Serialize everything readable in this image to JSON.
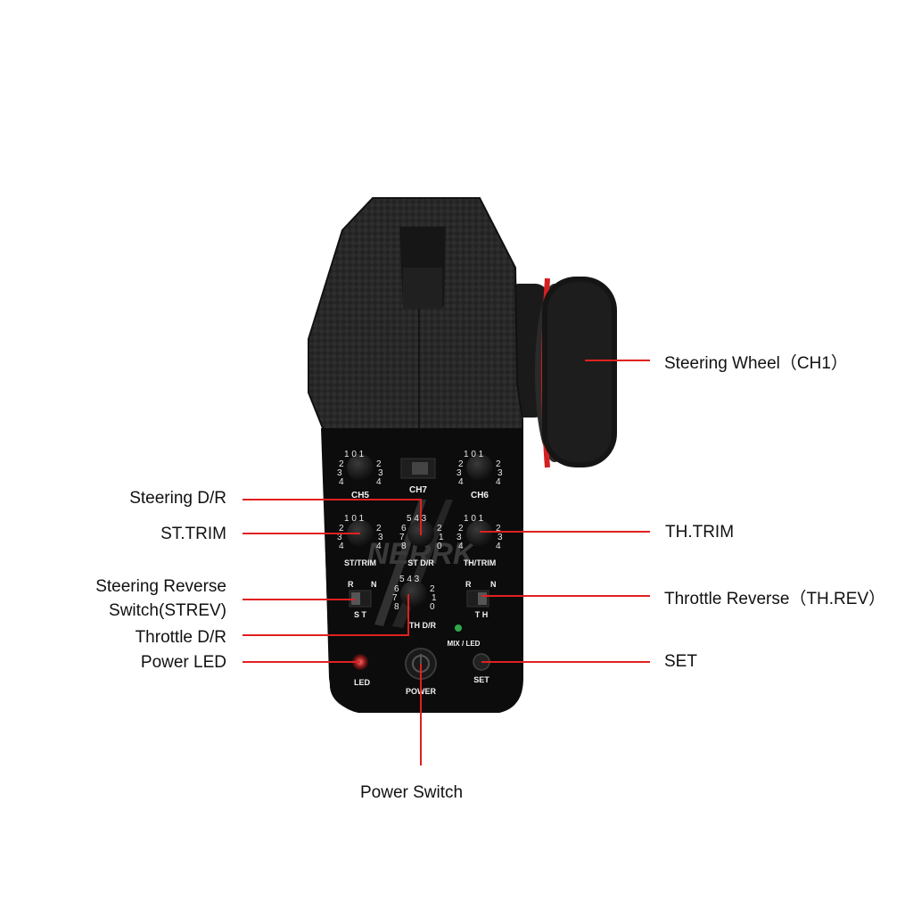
{
  "labels": {
    "steering_wheel": "Steering Wheel（CH1）",
    "steering_dr": "Steering D/R",
    "st_trim": "ST.TRIM",
    "steering_reverse_line1": "Steering Reverse",
    "steering_reverse_line2": "Switch(STREV)",
    "throttle_dr": "Throttle D/R",
    "power_led": "Power LED",
    "th_trim": "TH.TRIM",
    "throttle_reverse": "Throttle Reverse（TH.REV）",
    "set": "SET",
    "power_switch": "Power Switch"
  },
  "panel": {
    "ch5": "CH5",
    "ch7": "CH7",
    "ch6": "CH6",
    "st_trim": "ST/TRIM",
    "st_dr": "ST D/R",
    "th_trim": "TH/TRIM",
    "st": "S T",
    "th": "T H",
    "th_dr": "TH D/R",
    "r": "R",
    "n": "N",
    "mix_led": "MIX / LED",
    "led": "LED",
    "power": "POWER",
    "set": "SET",
    "logo": "NERRK"
  },
  "colors": {
    "leader": "#e02020",
    "body": "#1c1c1c",
    "panel": "#0e0e0e",
    "foam": "#151515",
    "rim": "#d42020"
  }
}
